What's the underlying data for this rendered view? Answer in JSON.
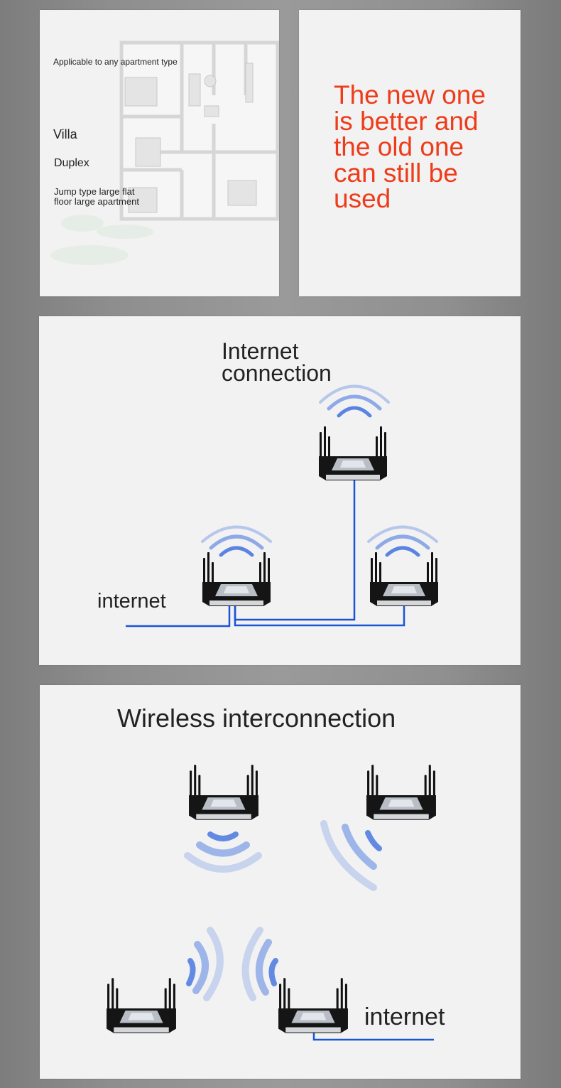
{
  "floorplan": {
    "types": [
      "Applicable to any apartment type",
      "Villa",
      "Duplex",
      "Jump type large flat floor large apartment"
    ]
  },
  "slogan": "The new one is better and the old one can still be used",
  "wired": {
    "title": "Internet connection",
    "internet_label": "internet"
  },
  "wireless": {
    "title": "Wireless interconnection",
    "internet_label": "internet"
  },
  "colors": {
    "slogan": "#ee3c1a",
    "cable": "#1a55d6",
    "signal": "#4a78e0"
  },
  "icons": [
    "router-icon",
    "wifi-signal-icon",
    "floor-plan-image"
  ]
}
